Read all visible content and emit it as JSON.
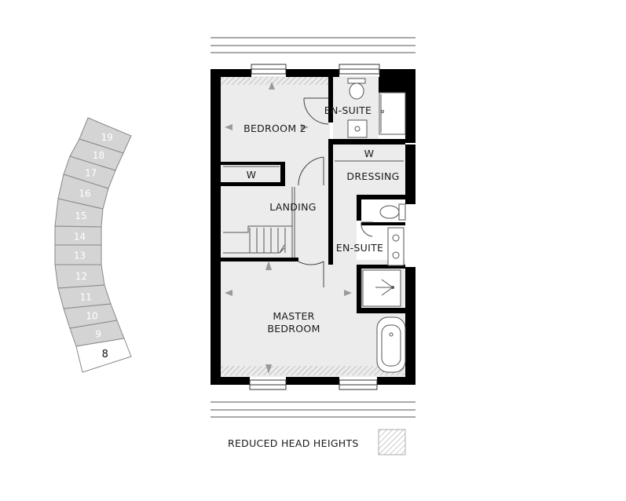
{
  "rooms": {
    "bedroom2": "BEDROOM 2",
    "ensuite_top": "EN-SUITE",
    "wardrobe_dressing": "W",
    "dressing": "DRESSING",
    "wardrobe_bed2": "W",
    "landing": "LANDING",
    "ensuite_master": "EN-SUITE",
    "master_line1": "MASTER",
    "master_line2": "BEDROOM"
  },
  "legend": {
    "label": "REDUCED HEAD HEIGHTS"
  },
  "key_plan": {
    "plots": [
      "19",
      "18",
      "17",
      "16",
      "15",
      "14",
      "13",
      "12",
      "11",
      "10",
      "9",
      "8"
    ],
    "highlighted": "8",
    "fill": "#d4d4d4",
    "highlight_fill": "#ffffff"
  },
  "colors": {
    "wall": "#000000",
    "floor": "#ececec",
    "hatch": "#9a9a9a",
    "fixture": "#555555"
  }
}
